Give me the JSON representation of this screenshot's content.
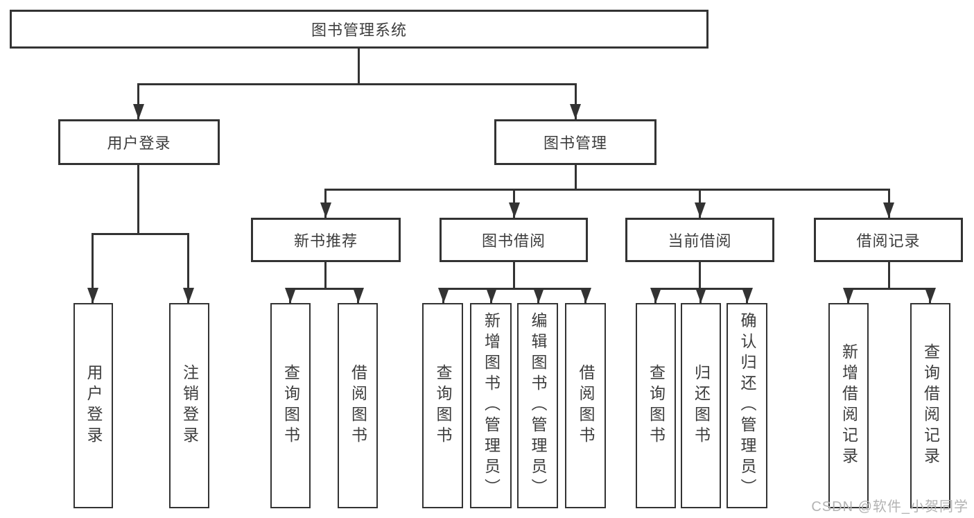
{
  "colors": {
    "line": "#333333",
    "text": "#3d3d3d",
    "box_background": "#ffffff",
    "watermark": "#b3b3b3",
    "background": "#ffffff"
  },
  "diagram": {
    "root": {
      "label": "图书管理系统"
    },
    "branches": {
      "user_login": {
        "label": "用户登录",
        "children": [
          "用户登录",
          "注销登录"
        ]
      },
      "book_management": {
        "label": "图书管理",
        "sections": [
          {
            "label": "新书推荐",
            "children": [
              "查询图书",
              "借阅图书"
            ]
          },
          {
            "label": "图书借阅",
            "children": [
              "查询图书",
              "新增图书（管理员）",
              "编辑图书（管理员）",
              "借阅图书"
            ]
          },
          {
            "label": "当前借阅",
            "children": [
              "查询图书",
              "归还图书",
              "确认归还（管理员）"
            ]
          },
          {
            "label": "借阅记录",
            "children": [
              "新增借阅记录",
              "查询借阅记录"
            ]
          }
        ]
      }
    },
    "watermark": "CSDN @软件_小贺同学"
  }
}
